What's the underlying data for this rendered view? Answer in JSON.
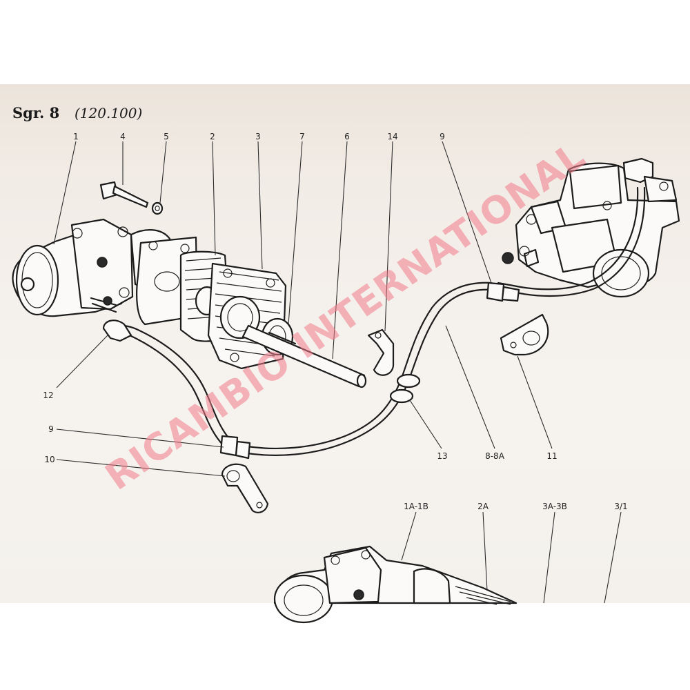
{
  "title": {
    "group": "Sgr. 8",
    "code": "(120.100)"
  },
  "callouts": {
    "c1": "1",
    "c4": "4",
    "c5": "5",
    "c2": "2",
    "c3": "3",
    "c7": "7",
    "c6": "6",
    "c14": "14",
    "c9_top": "9",
    "c12": "12",
    "c9_left": "9",
    "c10": "10",
    "c13": "13",
    "c8": "8-8A",
    "c11": "11",
    "c1a": "1A-1B",
    "c2a": "2A",
    "c3a": "3A-3B",
    "c31": "3/1"
  },
  "watermark": "RICAMBIO INTERNATIONAL",
  "colors": {
    "paper": "#f4f1ec",
    "ink": "#1c1c1c",
    "watermark": "#f07a88"
  }
}
